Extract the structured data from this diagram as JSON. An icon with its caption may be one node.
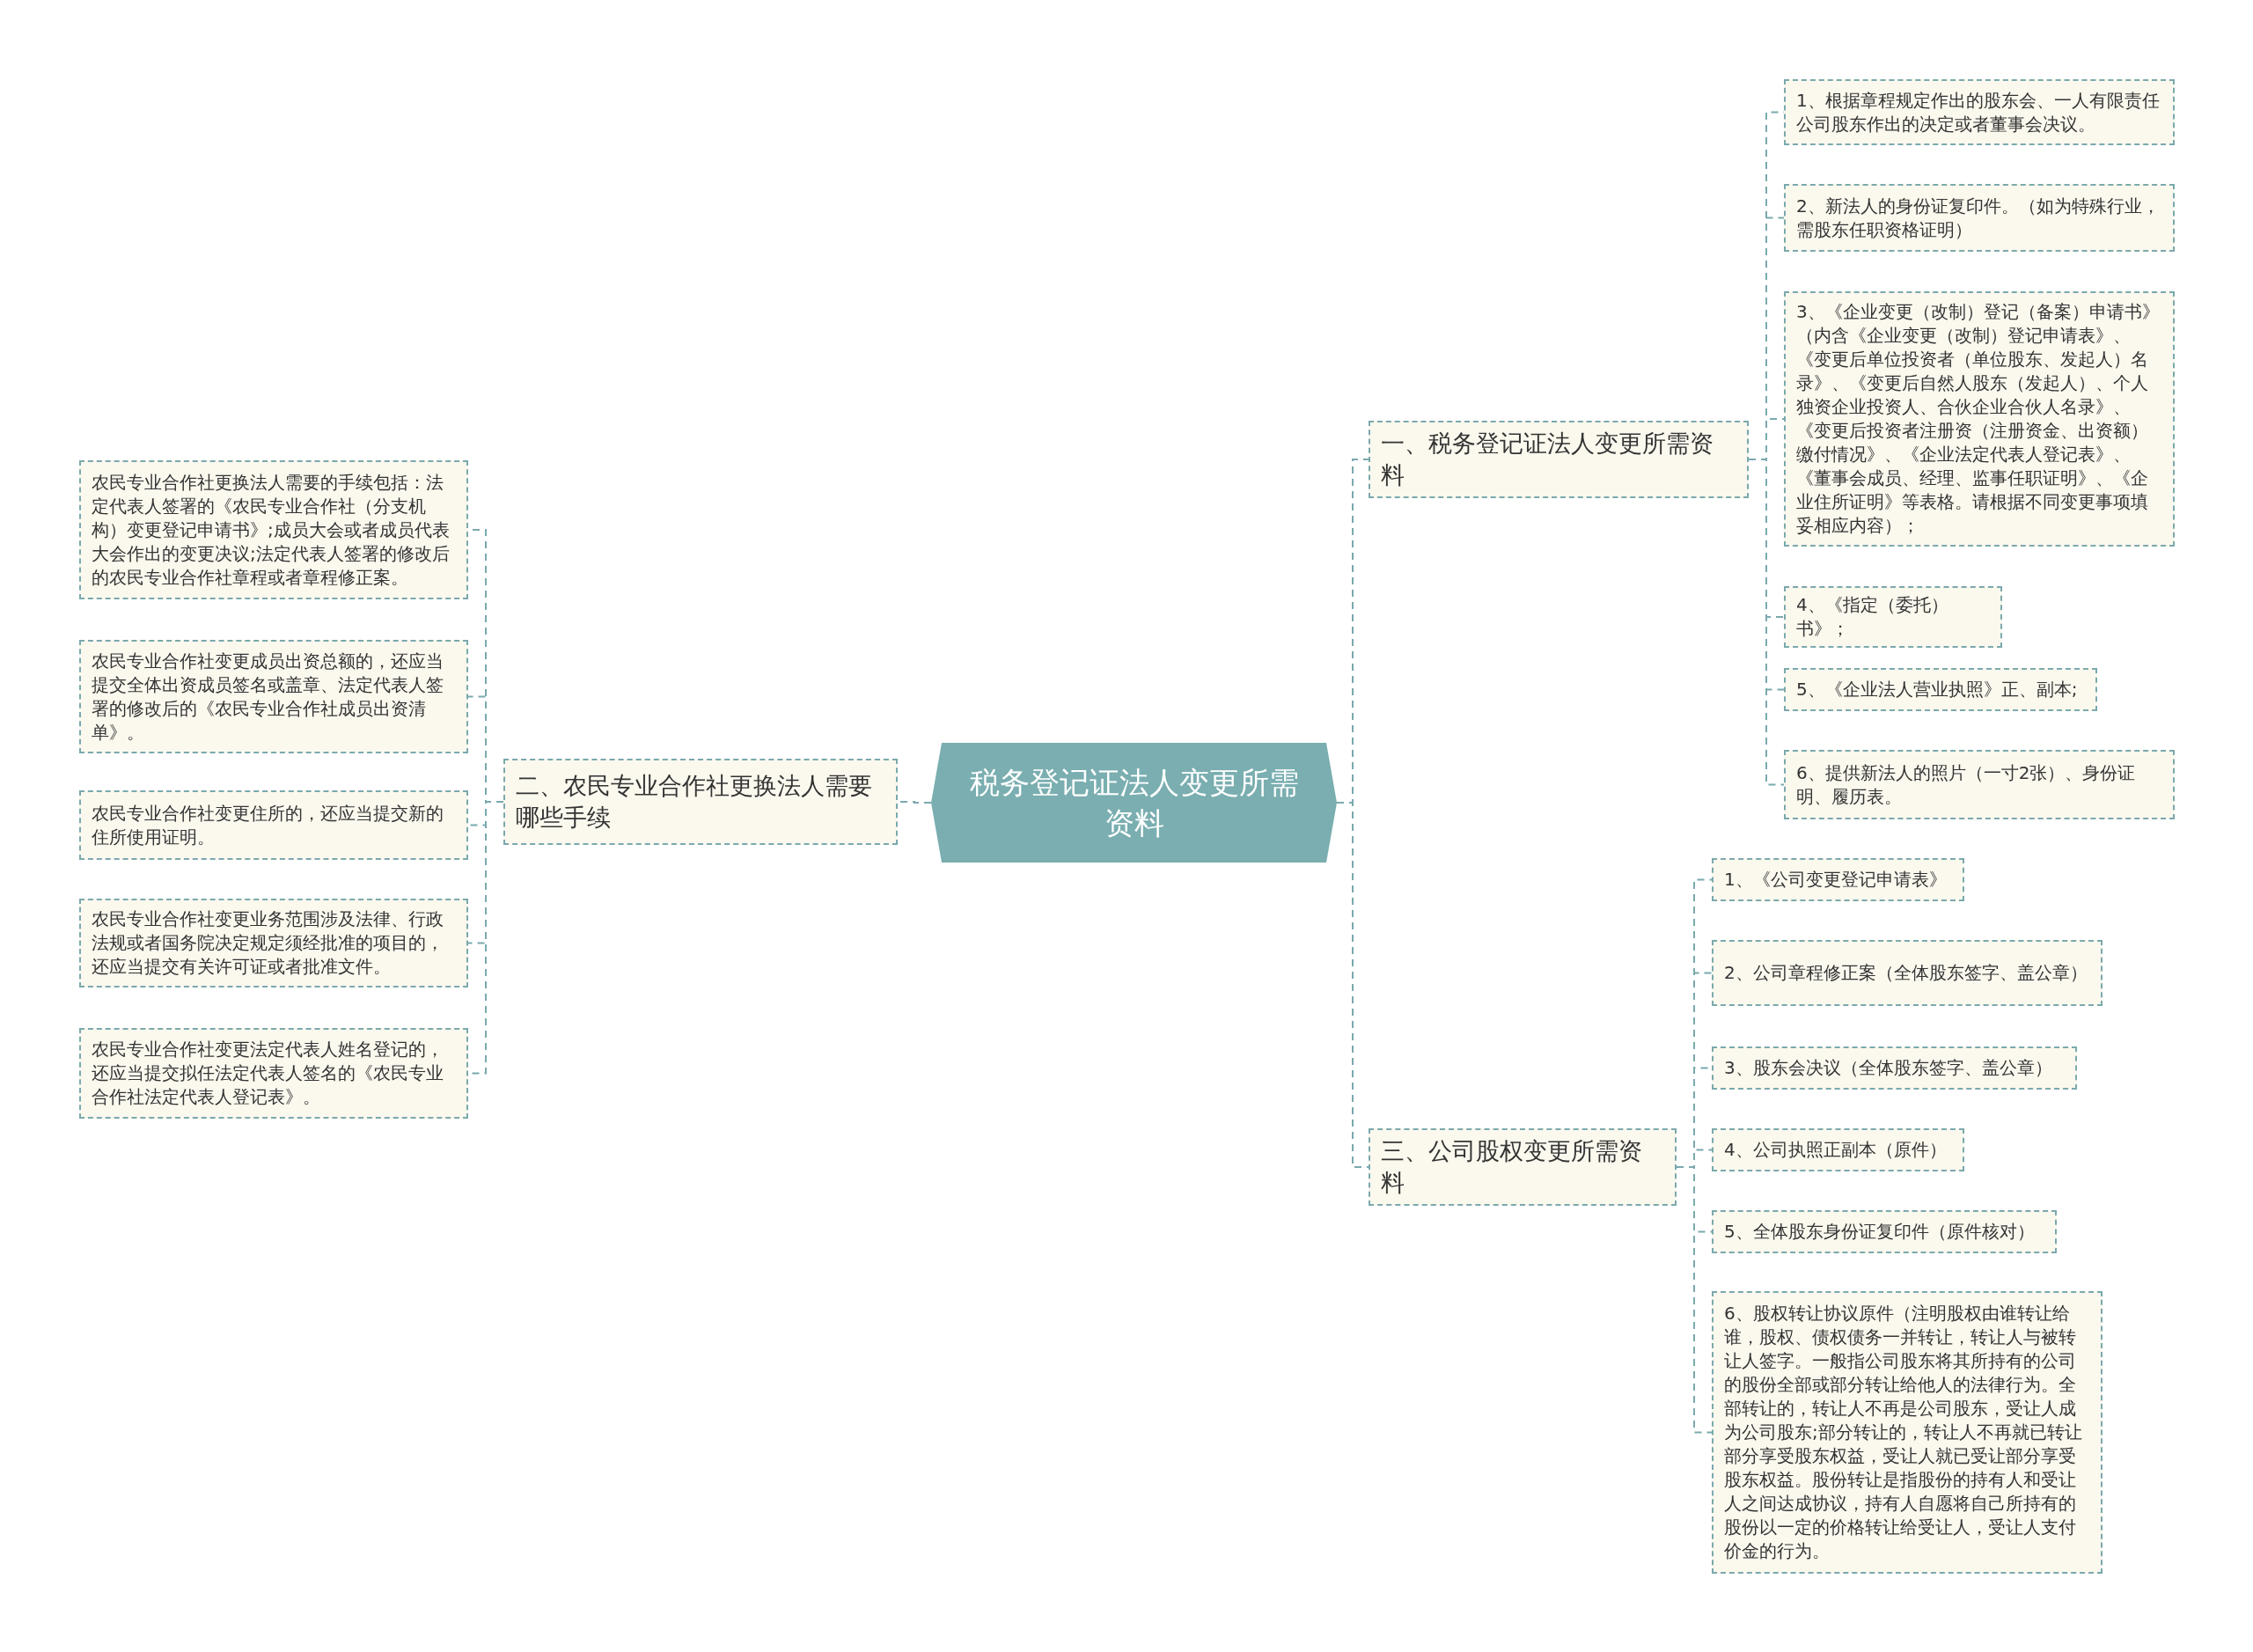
{
  "diagram": {
    "nodes": [
      {
        "text": [
          "税务登记证法人变更所需资料"
        ]
      },
      {
        "text": [
          "一、税务登记证法人变更所需资料"
        ]
      },
      {
        "text": [
          "1、根据章程规定作出的股东会、一人有限责任公司股东作出的决定或者董事会决议。"
        ]
      },
      {
        "text": [
          "2、新法人的身份证复印件。（如为特殊行业，需股东任职资格证明）"
        ]
      },
      {
        "text": [
          "3、《企业变更（改制）登记（备案）申请书》（内含《企业变更（改制）登记申请表》、《变更后单位投资者（单位股东、发起人）名录》、《变更后自然人股东（发起人）、个人独资企业投资人、合伙企业合伙人名录》、《变更后投资者注册资（注册资金、出资额）缴付情况》、《企业法定代表人登记表》、《董事会成员、经理、监事任职证明》、《企业住所证明》等表格。请根据不同变更事项填妥相应内容）；"
        ]
      },
      {
        "text": [
          "4、《指定（委托）书》；"
        ]
      },
      {
        "text": [
          "5、《企业法人营业执照》正、副本;"
        ]
      },
      {
        "text": [
          "6、提供新法人的照片（一寸2张）、身份证明、履历表。"
        ]
      },
      {
        "text": [
          "二、农民专业合作社更换法人需要哪些手续"
        ]
      },
      {
        "text": [
          "农民专业合作社更换法人需要的手续包括：法定代表人签署的《农民专业合作社（分支机构）变更登记申请书》;成员大会或者成员代表大会作出的变更决议;法定代表人签署的修改后的农民专业合作社章程或者章程修正案。"
        ]
      },
      {
        "text": [
          "农民专业合作社变更成员出资总额的，还应当提交全体出资成员签名或盖章、法定代表人签署的修改后的《农民专业合作社成员出资清单》。"
        ]
      },
      {
        "text": [
          "农民专业合作社变更住所的，还应当提交新的住所使用证明。"
        ]
      },
      {
        "text": [
          "农民专业合作社变更业务范围涉及法律、行政法规或者国务院决定规定须经批准的项目的，还应当提交有关许可证或者批准文件。"
        ]
      },
      {
        "text": [
          "农民专业合作社变更法定代表人姓名登记的，还应当提交拟任法定代表人签名的《农民专业合作社法定代表人登记表》。"
        ]
      },
      {
        "text": [
          "三、公司股权变更所需资料"
        ]
      },
      {
        "text": [
          "1、《公司变更登记申请表》"
        ]
      },
      {
        "text": [
          "2、公司章程修正案（全体股东签字、盖公章）"
        ]
      },
      {
        "text": [
          "3、股东会决议（全体股东签字、盖公章）"
        ]
      },
      {
        "text": [
          "4、公司执照正副本（原件）"
        ]
      },
      {
        "text": [
          "5、全体股东身份证复印件（原件核对）"
        ]
      },
      {
        "text": [
          "6、股权转让协议原件（注明股权由谁转让给谁，股权、债权债务一并转让，转让人与被转让人签字。一般指公司股东将其所持有的公司的股份全部或部分转让给他人的法律行为。全部转让的，转让人不再是公司股东，受让人成为公司股东;部分转让的，转让人不再就已转让部分享受股东权益，受让人就已受让部分享受股东权益。股份转让是指股份的持有人和受让人之间达成协议，持有人自愿将自己所持有的股份以一定的价格转让给受让人，受让人支付价金的行为。"
        ]
      }
    ],
    "edges": [
      {
        "from": 0,
        "to": 1,
        "arrow": "none"
      },
      {
        "from": 0,
        "to": 8,
        "arrow": "none"
      },
      {
        "from": 0,
        "to": 14,
        "arrow": "none"
      },
      {
        "from": 1,
        "to": 2,
        "arrow": "none"
      },
      {
        "from": 1,
        "to": 3,
        "arrow": "none"
      },
      {
        "from": 1,
        "to": 4,
        "arrow": "none"
      },
      {
        "from": 1,
        "to": 5,
        "arrow": "none"
      },
      {
        "from": 1,
        "to": 6,
        "arrow": "none"
      },
      {
        "from": 1,
        "to": 7,
        "arrow": "none"
      },
      {
        "from": 8,
        "to": 9,
        "arrow": "none"
      },
      {
        "from": 8,
        "to": 10,
        "arrow": "none"
      },
      {
        "from": 8,
        "to": 11,
        "arrow": "none"
      },
      {
        "from": 8,
        "to": 12,
        "arrow": "none"
      },
      {
        "from": 8,
        "to": 13,
        "arrow": "none"
      },
      {
        "from": 14,
        "to": 15,
        "arrow": "none"
      },
      {
        "from": 14,
        "to": 16,
        "arrow": "none"
      },
      {
        "from": 14,
        "to": 17,
        "arrow": "none"
      },
      {
        "from": 14,
        "to": 18,
        "arrow": "none"
      },
      {
        "from": 14,
        "to": 19,
        "arrow": "none"
      },
      {
        "from": 14,
        "to": 20,
        "arrow": "none"
      }
    ]
  }
}
